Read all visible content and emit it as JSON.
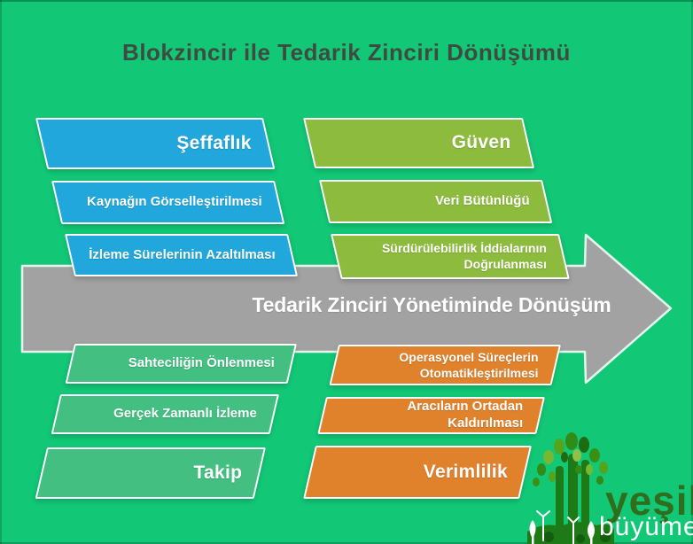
{
  "diagram": {
    "title": "Blokzincir ile Tedarik Zinciri Dönüşümü",
    "arrow_label": "Tedarik Zinciri Yönetiminde Dönüşüm",
    "quadrants": {
      "top_left": {
        "header": "Şeffaflık",
        "items": [
          "Kaynağın Görselleştirilmesi",
          "İzleme Sürelerinin Azaltılması"
        ]
      },
      "top_right": {
        "header": "Güven",
        "items": [
          "Veri Bütünlüğü",
          "Sürdürülebilirlik İddialarının Doğrulanması"
        ]
      },
      "bottom_left": {
        "header": "Takip",
        "items": [
          "Sahteciliğin Önlenmesi",
          "Gerçek Zamanlı İzleme"
        ]
      },
      "bottom_right": {
        "header": "Verimlilik",
        "items": [
          "Operasyonel Süreçlerin Otomatikleştirilmesi",
          "Aracıların Ortadan Kaldırılması"
        ]
      }
    },
    "logo": {
      "brand_top": "yeşil",
      "brand_bottom": "büyüme"
    },
    "colors": {
      "background": "#12c877",
      "blue": "#21a7dc",
      "olive_green": "#8dbb3d",
      "light_green": "#42bf81",
      "orange": "#e0812c",
      "arrow_gray": "#a2a2a2",
      "title_text": "#3f4b41",
      "logo_dark_green": "#2f6e1c",
      "shape_text": "#ffffff"
    }
  }
}
